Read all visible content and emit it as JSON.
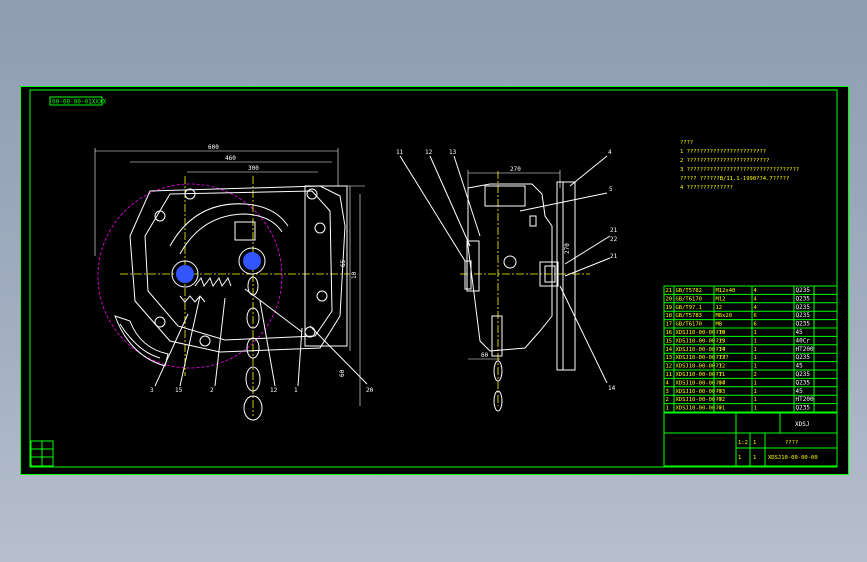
{
  "drawing": {
    "code_box": "00-00-00-01XXXX",
    "notes_title": "????",
    "notes": [
      "1 ????????????????????????",
      "2 ?????????????????????????",
      "3 ??????????????????????????????????",
      "????? ??????B/11.1-1990??4.7?????",
      "4 ??????????????"
    ],
    "callouts_front": [
      "3",
      "15",
      "2",
      "12",
      "1",
      "20"
    ],
    "callouts_side": [
      "11",
      "12",
      "13",
      "4",
      "5",
      "21",
      "22",
      "21",
      "14"
    ],
    "dims_front": [
      "600",
      "460",
      "300",
      "65",
      "10",
      "60"
    ],
    "dims_side": [
      "270",
      "270",
      "60"
    ],
    "title_block": {
      "name": "XDSJ",
      "subtitle": "????",
      "drawing_no": "XDSJ10-00-00-00",
      "scale_labels": [
        "1:2",
        "1",
        "1",
        "1"
      ]
    },
    "bom_rows": [
      [
        "21",
        "GB/T5782",
        "M12x40",
        "4",
        "Q235"
      ],
      [
        "20",
        "GB/T6170",
        "M12",
        "4",
        "Q235"
      ],
      [
        "19",
        "GB/T97.1",
        "12",
        "4",
        "Q235"
      ],
      [
        "18",
        "GB/T5783",
        "M8x20",
        "6",
        "Q235"
      ],
      [
        "17",
        "GB/T6170",
        "M8",
        "6",
        "Q235"
      ],
      [
        "16",
        "XDSJ10-00-00-16",
        "???",
        "1",
        "45"
      ],
      [
        "15",
        "XDSJ10-00-00-15",
        "???",
        "1",
        "40Cr"
      ],
      [
        "14",
        "XDSJ10-00-00-14",
        "???",
        "1",
        "HT200"
      ],
      [
        "13",
        "XDSJ10-00-00-13",
        "????",
        "1",
        "Q235"
      ],
      [
        "12",
        "XDSJ10-00-00-12",
        "??",
        "1",
        "45"
      ],
      [
        "11",
        "XDSJ10-00-00-11",
        "??",
        "2",
        "Q235"
      ],
      [
        "4",
        "XDSJ10-00-00-04",
        "???",
        "1",
        "Q235"
      ],
      [
        "3",
        "XDSJ10-00-00-03",
        "??",
        "1",
        "45"
      ],
      [
        "2",
        "XDSJ10-00-00-02",
        "??",
        "1",
        "HT200"
      ],
      [
        "1",
        "XDSJ10-00-00-01",
        "??",
        "1",
        "Q235"
      ]
    ],
    "colors": {
      "frame": "#00ff00",
      "geometry": "#ffffff",
      "centerline": "#ffff00",
      "phantom": "#ff00ff",
      "hub": "#3355ff",
      "background": "#000000"
    }
  }
}
